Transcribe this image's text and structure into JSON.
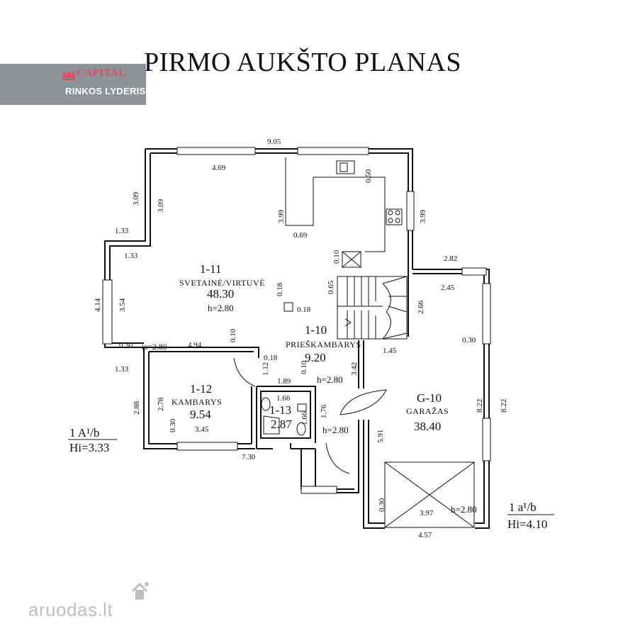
{
  "title": "PIRMO AUKŠTO PLANAS",
  "brand": {
    "name": "CAPITAL",
    "subtitle": "RINKOS LYDERIS",
    "name_color": "#e04a67",
    "panel_color": "#8f9297"
  },
  "rooms": {
    "living": {
      "code": "1-11",
      "name": "SVETAINĖ/VIRTUVĖ",
      "area": "48.30",
      "height": "h=2.80"
    },
    "hall": {
      "code": "1-10",
      "name": "PRIEŠKAMBARYS",
      "area": "9.20",
      "height": "h=2.80"
    },
    "bedroom": {
      "code": "1-12",
      "name": "KAMBARYS",
      "area": "9.54"
    },
    "bath": {
      "code": "1-13",
      "area": "2.87"
    },
    "garage": {
      "code": "G-10",
      "name": "GARAŽAS",
      "area": "38.40",
      "height": "h=2.80"
    }
  },
  "dimensions": {
    "top_total": "9.05",
    "living_top": "4.69",
    "living_left_outer": "3.09",
    "living_left_inner": "3.09",
    "kitchen_inner": "3.99",
    "kitchen_right": "3.99",
    "kitchen_bottom": "0.69",
    "kitchen_wall": "0.50",
    "bay_top": "1.33",
    "bay_inner": "1.33",
    "bay_bottom": "1.33",
    "left_outer": "4.14",
    "left_inner": "3.54",
    "wall_left": "0.30",
    "is_height": "is=2.80",
    "living_bottom": "4.94",
    "partition_a": "0.10",
    "partition_b": "0.18",
    "column_v": "0.18",
    "column_h": "0.18",
    "stair_gap": "0.10",
    "stair_step": "0.65",
    "hall_door": "1.12",
    "hall_width": "1.89",
    "hall_partition": "0.10",
    "hall_side": "3.42",
    "bath_width": "1.66",
    "bath_side": "1.66",
    "entry_depth": "1.76",
    "entry_height": "h=2.80",
    "bed_height": "2.78",
    "bed_left": "2.88",
    "bed_wall": "0.30",
    "bed_width": "3.45",
    "bottom_total": "7.30",
    "garage_top": "2.82",
    "garage_inner_top": "2.45",
    "garage_hall": "2.66",
    "garage_side_small": "1.45",
    "garage_wall": "0.30",
    "garage_right_inner": "8.22",
    "garage_right_outer": "8.22",
    "garage_door_side": "5.91",
    "garage_wall_bottom": "0.30",
    "garage_door_width": "3.97",
    "garage_door_height": "h=2.80",
    "garage_bottom": "4.57"
  },
  "notes": {
    "left_label": "1 A¹/b",
    "left_hi": "Hi=3.33",
    "right_label": "1 a¹/b",
    "right_hi": "Hi=4.10"
  },
  "watermark": "aruodas.lt"
}
